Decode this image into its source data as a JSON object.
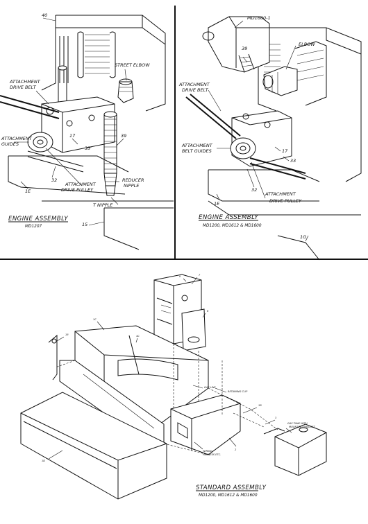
{
  "panel_top_left": {
    "labels": {
      "part_40": "40",
      "street_elbow": "STREET ELBOW",
      "attachment_drive_belt_line1": "ATTACHMENT",
      "attachment_drive_belt_line2": "DRIVE BELT",
      "attachment_guides_line1": "ATTACHMENT",
      "attachment_guides_line2": "GUIDES",
      "part_17": "17",
      "part_33": "33",
      "part_39": "39",
      "part_32": "32",
      "attachment_drive_pulley_line1": "ATTACHMENT",
      "attachment_drive_pulley_line2": "DRIVE PULLEY",
      "reducer_nipple_line1": "REDUCER",
      "reducer_nipple_line2": "NIPPLE",
      "part_1e": "1E",
      "t_nipple": "T NIPPLE",
      "part_15": "15"
    },
    "caption": "ENGINE ASSEMBLY",
    "model": "MD1207"
  },
  "panel_top_right": {
    "labels": {
      "md1600": "MD1600-1",
      "part_39": "39",
      "elbow": "ELBOW",
      "attachment_drive_belt_line1": "ATTACHMENT",
      "attachment_drive_belt_line2": "DRIVE BELT",
      "attachment_belt_guides_line1": "ATTACHMENT",
      "attachment_belt_guides_line2": "BELT GUIDES",
      "part_17": "17",
      "part_33": "33",
      "part_32": "32",
      "attachment_drive_pulley_line1": "ATTACHMENT",
      "attachment_drive_pulley_line2": "DRIVE PULLEY",
      "part_1e": "1E",
      "part_1g": "1G"
    },
    "caption": "ENGINE ASSEMBLY",
    "models": "MD1200, MD1612 & MD1600"
  },
  "panel_bottom": {
    "labels": {
      "part_8": "8",
      "part_7": "7",
      "part_6": "6",
      "part_1c": "1C",
      "part_18": "18",
      "part_4c": "4C",
      "gas_line": "GAS LINE",
      "retaining_clip": "RETAINING CLIP",
      "part_2": "2",
      "part_1b": "1B",
      "gas_tank_line1": "GAS TANK WITH",
      "gas_tank_line2": "MOUNTING BRACKET",
      "part_3": "3",
      "part_1d": "1D",
      "wiring_harness_line1": "WIRING",
      "wiring_harness_line2": "HARNESS ETC."
    },
    "caption": "STANDARD ASSEMBLY",
    "models": "MD1200, MD1612 & MD1600"
  }
}
